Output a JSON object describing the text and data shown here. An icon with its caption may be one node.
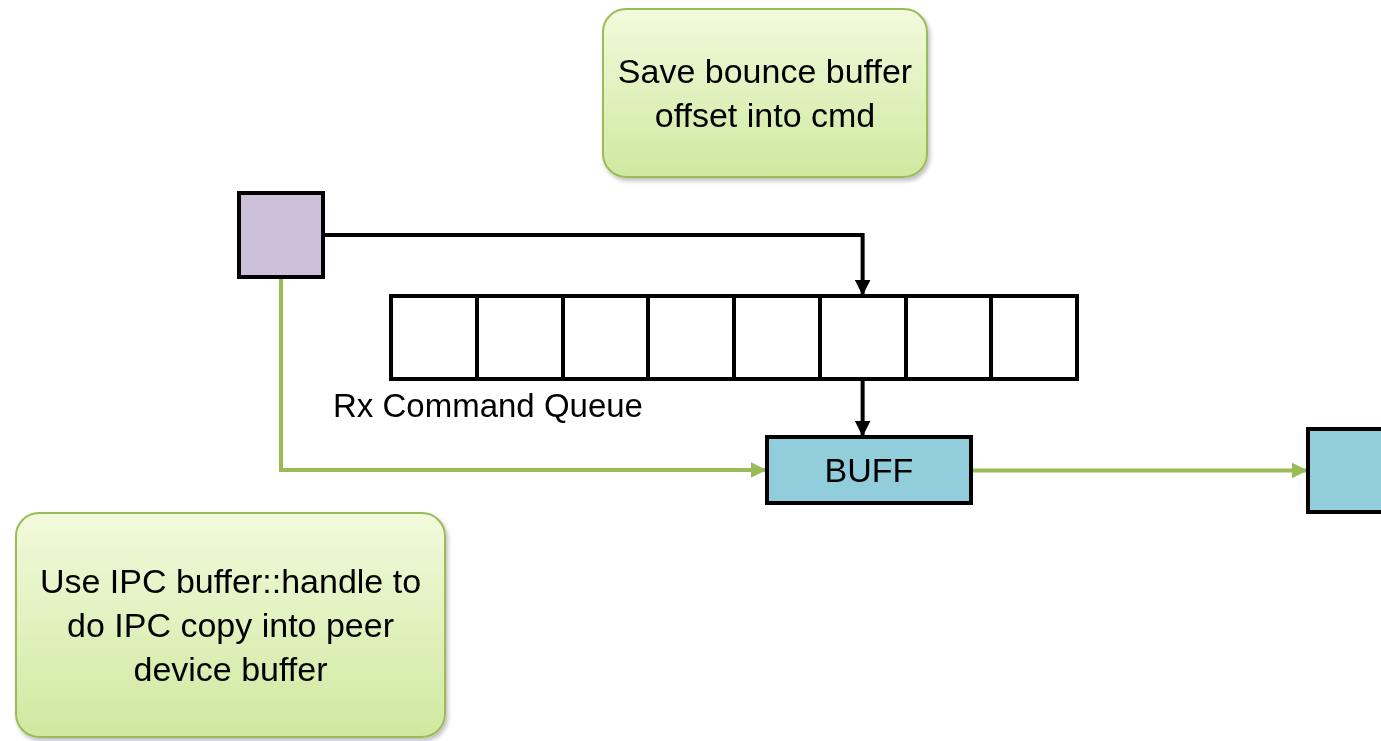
{
  "diagram": {
    "nodes": [
      {
        "text": [
          "Save bounce buffer offset into cmd"
        ]
      },
      {
        "text": [],
        "shape": "box"
      },
      {
        "text": [],
        "shape": "box"
      },
      {
        "text": [],
        "shape": "box"
      },
      {
        "text": [],
        "shape": "box"
      },
      {
        "text": [],
        "shape": "box"
      },
      {
        "text": [],
        "shape": "box"
      },
      {
        "text": [],
        "shape": "box"
      },
      {
        "text": [],
        "shape": "box"
      },
      {
        "text": [],
        "shape": "box"
      },
      {
        "text": [
          "BUFF"
        ]
      },
      {
        "text": [],
        "shape": "box"
      },
      {
        "text": [
          "Use IPC buffer::handle to do IPC copy into peer device buffer"
        ]
      }
    ],
    "edges": [
      {
        "from": 1,
        "to": 7,
        "arrow": "to"
      },
      {
        "from": 7,
        "to": 10,
        "arrow": "to"
      },
      {
        "from": 1,
        "to": 10,
        "arrow": "to",
        "color": "#9bbb59"
      },
      {
        "from": 10,
        "to": 11,
        "arrow": "to",
        "color": "#9bbb59"
      }
    ],
    "labels": [
      "Rx Command Queue"
    ]
  }
}
